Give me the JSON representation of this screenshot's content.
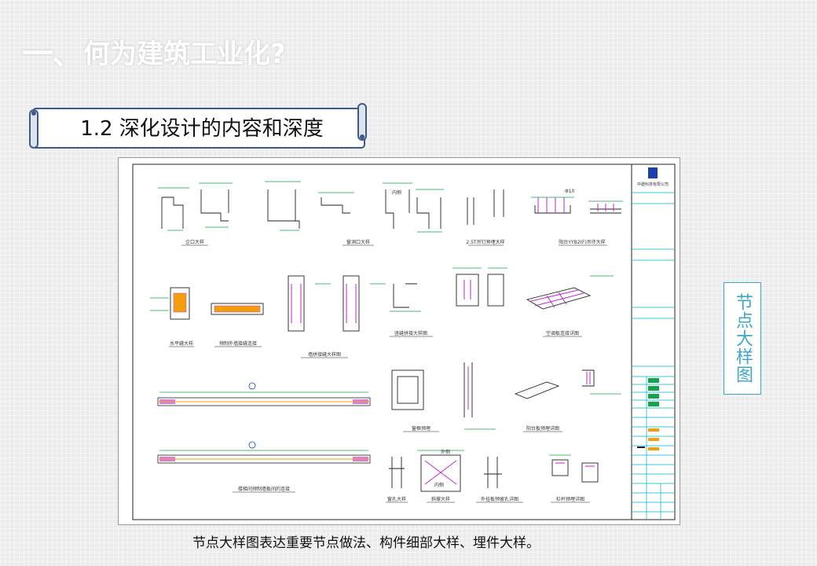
{
  "header": {
    "number": "一、",
    "title": "何为建筑工业化?"
  },
  "section": {
    "title": "1.2 深化设计的内容和深度"
  },
  "drawing": {
    "logo_text": "中建科技有限公司",
    "labels": {
      "a": "企口大样",
      "b": "窗洞口大样",
      "c": "2.5T吊钉预埋大样",
      "d": "阳台YYB2(F)吊环大样",
      "e": "水平缝大样",
      "f": "预制外墙接缝连接",
      "g": "墙拼接缝大样图",
      "h": "竖缝拼接大样图",
      "i": "空调板连接详图",
      "j": "窗框预埋",
      "k": "阳台板预埋详图",
      "l": "楼梯间预制墙板间的连接",
      "m": "窗孔大样",
      "n": "斜撑大样",
      "o": "外挂板预留孔详图",
      "p": "栏杆预埋详图"
    },
    "small": {
      "phi": "Φ10",
      "inner": "内侧",
      "outer": "外侧",
      "inner2": "内侧"
    }
  },
  "sidebox": {
    "text": "节点大样图"
  },
  "caption": {
    "text": "节点大样图表达重要节点做法、构件细部大样、埋件大样。"
  },
  "colors": {
    "cyan": "#00b3cc",
    "green": "#16a34a",
    "magenta": "#c026d3",
    "orange": "#f59e0b",
    "blue": "#1e40af",
    "accent": "#3fa7c9"
  }
}
